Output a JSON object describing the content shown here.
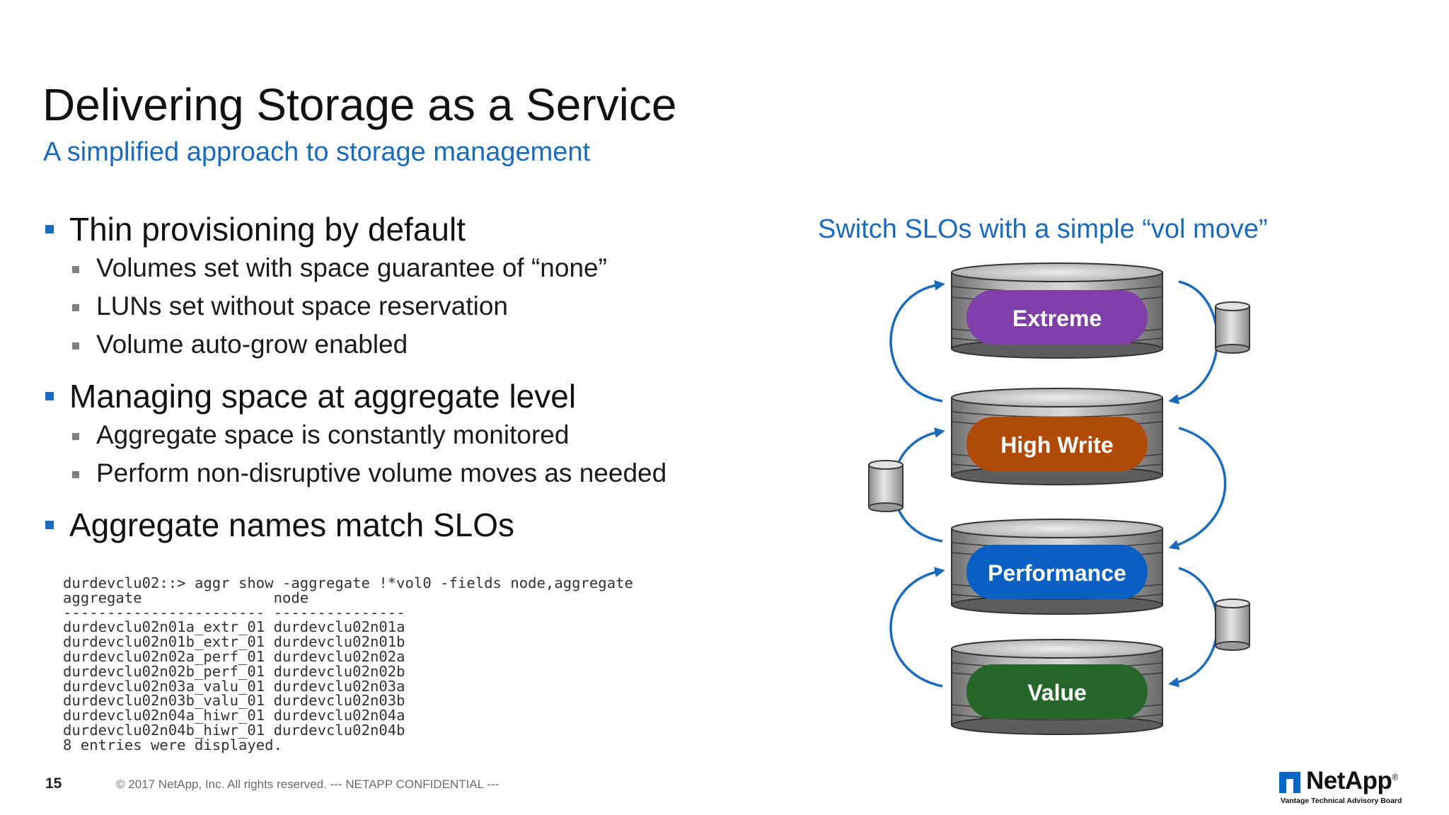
{
  "slide": {
    "title": "Delivering Storage as a Service",
    "subtitle": "A simplified approach to storage management"
  },
  "bullets": [
    {
      "text": "Thin provisioning by default",
      "sub": [
        "Volumes set with space guarantee of “none”",
        "LUNs set without space reservation",
        "Volume auto-grow enabled"
      ]
    },
    {
      "text": "Managing space at aggregate level",
      "sub": [
        "Aggregate space is constantly monitored",
        "Perform non-disruptive volume moves as needed"
      ]
    },
    {
      "text": "Aggregate names match SLOs",
      "sub": []
    }
  ],
  "cli_output": {
    "command": "durdevclu02::> aggr show -aggregate !*vol0 -fields node,aggregate",
    "headers": [
      "aggregate",
      "node"
    ],
    "separator": "----------------------- ---------------",
    "rows": [
      [
        "durdevclu02n01a_extr_01",
        "durdevclu02n01a"
      ],
      [
        "durdevclu02n01b_extr_01",
        "durdevclu02n01b"
      ],
      [
        "durdevclu02n02a_perf_01",
        "durdevclu02n02a"
      ],
      [
        "durdevclu02n02b_perf_01",
        "durdevclu02n02b"
      ],
      [
        "durdevclu02n03a_valu_01",
        "durdevclu02n03a"
      ],
      [
        "durdevclu02n03b_valu_01",
        "durdevclu02n03b"
      ],
      [
        "durdevclu02n04a_hiwr_01",
        "durdevclu02n04a"
      ],
      [
        "durdevclu02n04b_hiwr_01",
        "durdevclu02n04b"
      ]
    ],
    "summary": "8 entries were displayed."
  },
  "diagram": {
    "title": "Switch SLOs with a simple “vol move”",
    "tiers": [
      {
        "label": "Extreme",
        "color": "#7e3fa8"
      },
      {
        "label": "High Write",
        "color": "#b04a08"
      },
      {
        "label": "Performance",
        "color": "#0a5fc2"
      },
      {
        "label": "Value",
        "color": "#25662a"
      }
    ],
    "arrow_color": "#1a6bbd"
  },
  "footer": {
    "page_number": "15",
    "copyright": "© 2017 NetApp, Inc. All rights reserved.  --- NETAPP CONFIDENTIAL ---"
  },
  "logo": {
    "wordmark": "NetApp",
    "registered": "®",
    "tagline": "Vantage Technical Advisory Board",
    "icon": "netapp-n-logo-icon"
  }
}
